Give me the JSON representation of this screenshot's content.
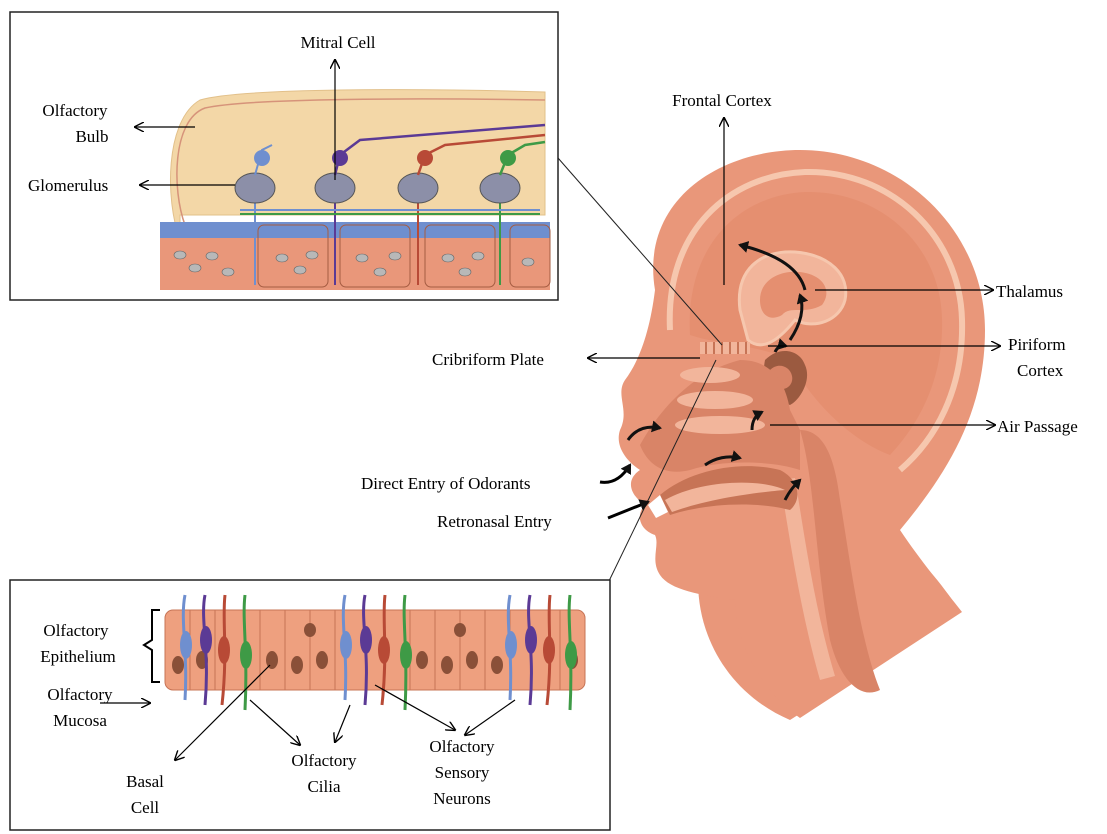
{
  "colors": {
    "skin": "#e9977a",
    "skin_dark": "#d98467",
    "skin_light": "#f2b59b",
    "brain_edge": "#f6c7ae",
    "bulb": "#f3d7a7",
    "olfactory_blue": "#6f8fcf",
    "olfactory_purple": "#5b3a95",
    "olfactory_red": "#b84a36",
    "olfactory_green": "#3e9a46",
    "nucleus": "#8a5038",
    "cortex_dark": "#9b5a40"
  },
  "labels": {
    "mitral_cell": "Mitral Cell",
    "olfactory_bulb_1": "Olfactory",
    "olfactory_bulb_2": "Bulb",
    "glomerulus": "Glomerulus",
    "frontal_cortex": "Frontal Cortex",
    "thalamus": "Thalamus",
    "piriform_cortex_1": "Piriform",
    "piriform_cortex_2": "Cortex",
    "cribriform_plate": "Cribriform  Plate",
    "air_passage": "Air Passage",
    "direct_entry": "Direct Entry of Odorants",
    "retronasal_entry": "Retronasal Entry",
    "olfactory_epithelium_1": "Olfactory",
    "olfactory_epithelium_2": "Epithelium",
    "olfactory_mucosa_1": "Olfactory",
    "olfactory_mucosa_2": "Mucosa",
    "basal_cell_1": "Basal",
    "basal_cell_2": "Cell",
    "olfactory_cilia_1": "Olfactory",
    "olfactory_cilia_2": "Cilia",
    "osn_1": "Olfactory",
    "osn_2": "Sensory",
    "osn_3": "Neurons"
  }
}
